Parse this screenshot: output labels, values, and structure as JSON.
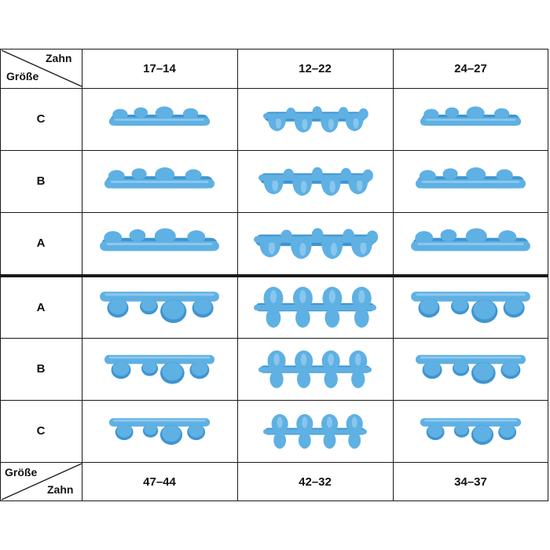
{
  "header": {
    "corner_top_right": "Zahn",
    "corner_bottom_left": "Größe",
    "columns": [
      "17–14",
      "12–22",
      "24–27"
    ]
  },
  "footer": {
    "corner_top_left": "Größe",
    "corner_bottom_right": "Zahn",
    "columns": [
      "47–44",
      "42–32",
      "34–37"
    ]
  },
  "upper_rows": [
    {
      "size": "C",
      "scale": 0.88
    },
    {
      "size": "B",
      "scale": 0.96
    },
    {
      "size": "A",
      "scale": 1.04
    }
  ],
  "lower_rows": [
    {
      "size": "A",
      "scale": 1.04
    },
    {
      "size": "B",
      "scale": 0.96
    },
    {
      "size": "C",
      "scale": 0.88
    }
  ],
  "colors": {
    "tooth_fill": "#5fb0e3",
    "tooth_shade": "#3f95d0",
    "tooth_highlight": "#a9d8f5",
    "grid_line": "#1a1a1a"
  }
}
